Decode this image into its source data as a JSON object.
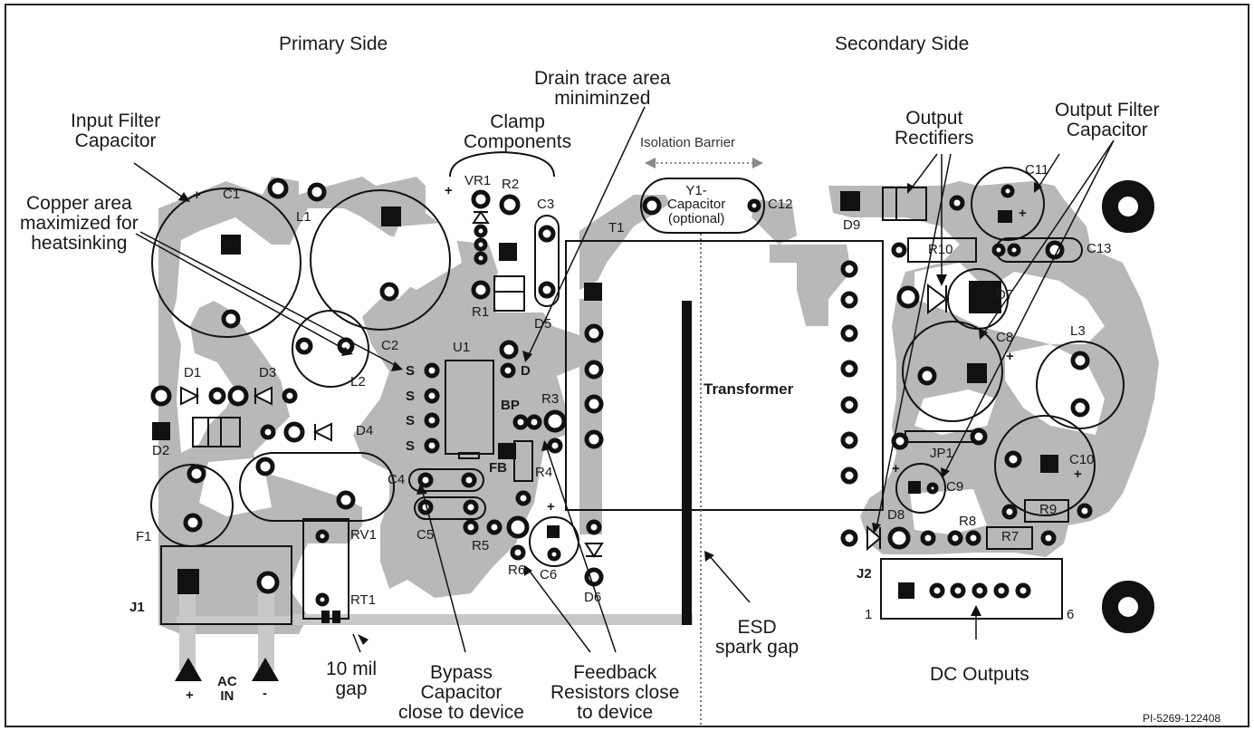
{
  "sections": {
    "primary": "Primary Side",
    "secondary": "Secondary Side"
  },
  "callouts": {
    "input_filter": [
      "Input Filter",
      "Capacitor"
    ],
    "copper_area": [
      "Copper area",
      "maximized for",
      "heatsinking"
    ],
    "clamp": [
      "Clamp",
      "Components"
    ],
    "drain": [
      "Drain trace area",
      "miniminzed"
    ],
    "isolation": "Isolation Barrier",
    "output_rect": [
      "Output",
      "Rectifiers"
    ],
    "output_filter": [
      "Output Filter",
      "Capacitor"
    ],
    "transformer": "Transformer",
    "y1": [
      "Y1-",
      "Capacitor",
      "(optional)"
    ],
    "gap": [
      "10 mil",
      "gap"
    ],
    "bypass": [
      "Bypass",
      "Capacitor",
      "close to device"
    ],
    "feedback": [
      "Feedback",
      "Resistors close",
      "to device"
    ],
    "esd": [
      "ESD",
      "spark gap"
    ],
    "dc_outputs": "DC Outputs",
    "ac_in": [
      "AC",
      "IN"
    ],
    "plus": "+",
    "minus": "-"
  },
  "refs": {
    "C1": "C1",
    "L1": "L1",
    "C2": "C2",
    "L2": "L2",
    "VR1": "VR1",
    "R2": "R2",
    "C3": "C3",
    "R1": "R1",
    "D5": "D5",
    "U1": "U1",
    "D1": "D1",
    "D3": "D3",
    "D2": "D2",
    "D4": "D4",
    "F1": "F1",
    "RV1": "RV1",
    "RT1": "RT1",
    "J1": "J1",
    "C4": "C4",
    "C5": "C5",
    "R5": "R5",
    "R6": "R6",
    "C6": "C6",
    "R3": "R3",
    "R4": "R4",
    "D6": "D6",
    "T1": "T1",
    "C12": "C12",
    "D9": "D9",
    "C11": "C11",
    "R10": "R10",
    "C13": "C13",
    "D7": "D7",
    "C8": "C8",
    "L3": "L3",
    "JP1": "JP1",
    "C10": "C10",
    "C9": "C9",
    "R9": "R9",
    "D8": "D8",
    "R8": "R8",
    "R7": "R7",
    "J2": "J2",
    "J2_pin1": "1",
    "J2_pin6": "6"
  },
  "pins": {
    "S": "S",
    "D": "D",
    "BP": "BP",
    "FB": "FB"
  },
  "part_number": "PI-5269-122408"
}
